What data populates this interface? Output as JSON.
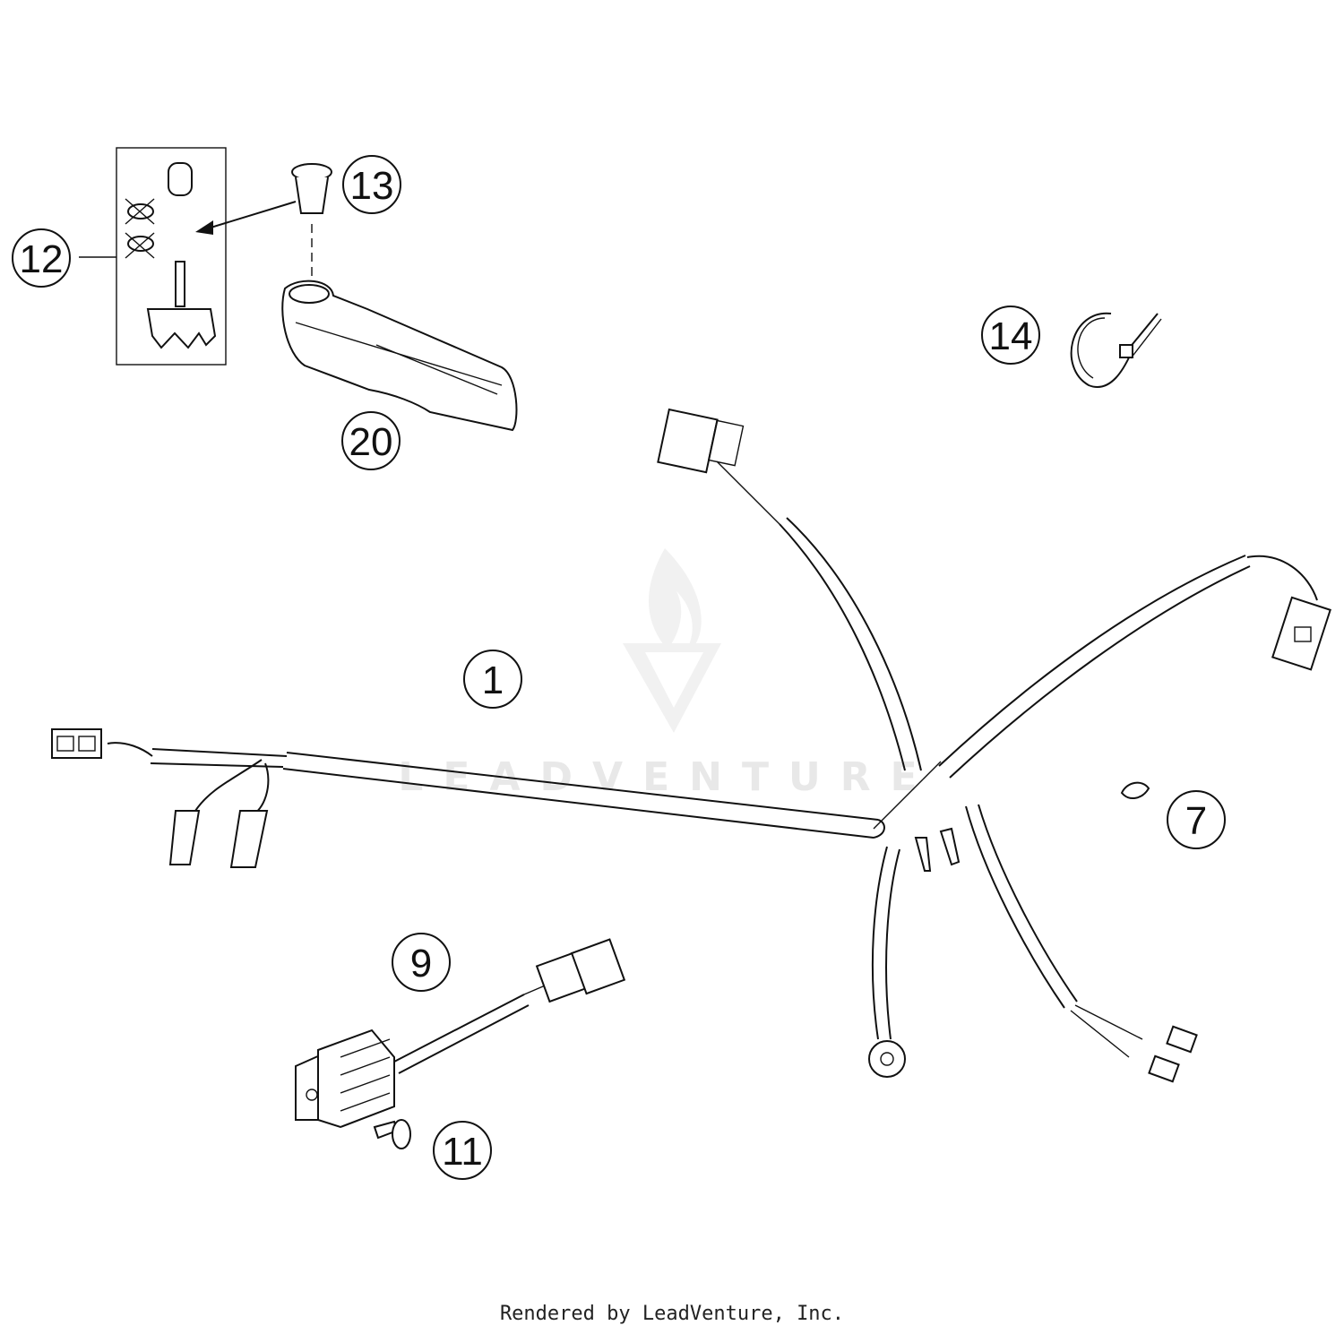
{
  "watermark": {
    "text": "LEADVENTURE",
    "logo_icon": "leadventure-flame-logo-icon"
  },
  "footer": {
    "rendered_by": "Rendered by LeadVenture, Inc."
  },
  "callouts": [
    {
      "id": "1",
      "label": "1",
      "part": "main-wiring-harness"
    },
    {
      "id": "7",
      "label": "7",
      "part": "small-clip"
    },
    {
      "id": "9",
      "label": "9",
      "part": "voltage-regulator"
    },
    {
      "id": "11",
      "label": "11",
      "part": "screw"
    },
    {
      "id": "12",
      "label": "12",
      "part": "switch-kit"
    },
    {
      "id": "13",
      "label": "13",
      "part": "rubber-cap"
    },
    {
      "id": "14",
      "label": "14",
      "part": "cable-tie"
    },
    {
      "id": "20",
      "label": "20",
      "part": "switch-housing"
    }
  ]
}
